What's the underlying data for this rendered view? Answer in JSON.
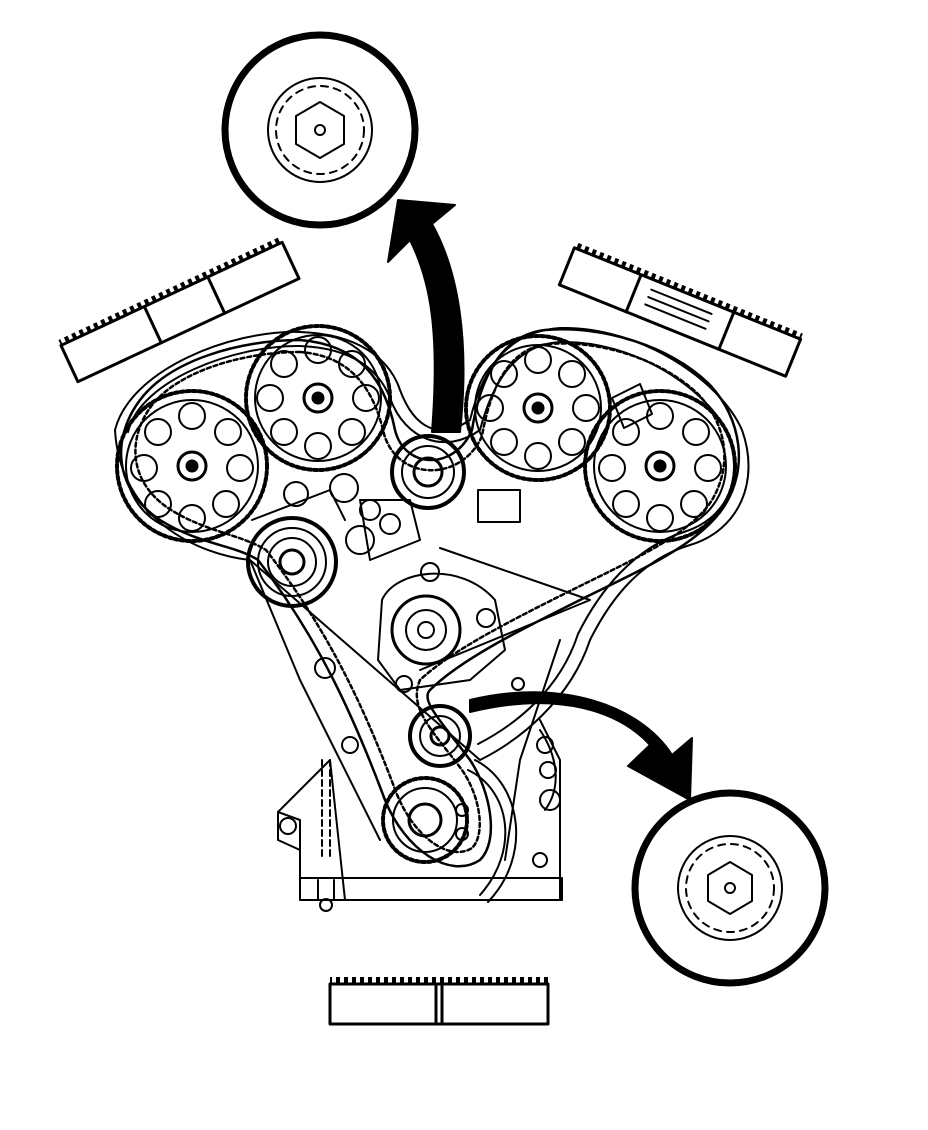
{
  "diagram": {
    "style": "black line-art technical illustration",
    "colors": {
      "ink": "#000000",
      "paper": "#ffffff"
    },
    "components": {
      "cam_sprockets": 4,
      "idler_pulleys": 2,
      "belt_tensioner": 1,
      "crankshaft_sprocket": 1,
      "water_pump_pulley": 1,
      "timing_belt": 1,
      "belt_section_callouts": 3,
      "magnified_detail_views": 2
    },
    "icons": {
      "arrow_up": "curved-arrow-up-icon",
      "arrow_down": "curved-arrow-down-icon",
      "hex_bolt": "hex-bolt-icon"
    }
  }
}
